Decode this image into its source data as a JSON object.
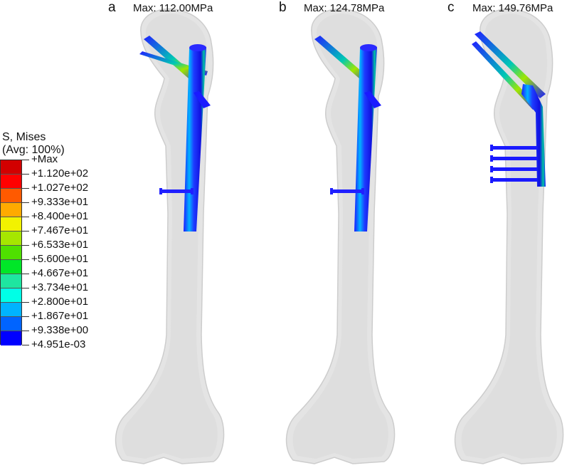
{
  "panels": [
    {
      "letter": "a",
      "max_label": "Max: 112.00MPa",
      "implant": "intramedullary-nail"
    },
    {
      "letter": "b",
      "max_label": "Max: 124.78MPa",
      "implant": "intramedullary-nail-helical-blade"
    },
    {
      "letter": "c",
      "max_label": "Max: 149.76MPa",
      "implant": "locking-plate"
    }
  ],
  "legend": {
    "title_line1": "S, Mises",
    "title_line2": "(Avg: 100%)",
    "labels": [
      "+Max",
      "+1.120e+02",
      "+1.027e+02",
      "+9.333e+01",
      "+8.400e+01",
      "+7.467e+01",
      "+6.533e+01",
      "+5.600e+01",
      "+4.667e+01",
      "+3.734e+01",
      "+2.800e+01",
      "+1.867e+01",
      "+9.338e+00",
      "+4.951e-03"
    ],
    "colors": [
      "#d20000",
      "#ff0000",
      "#ff5a00",
      "#ffaa00",
      "#f2f200",
      "#a6e600",
      "#4fe000",
      "#00e628",
      "#1ee6a0",
      "#00ffe6",
      "#00b4ff",
      "#0064ff",
      "#0000ff"
    ]
  },
  "colors": {
    "bone": "#e2e2e2",
    "bone_edge": "#c8c8c8",
    "implant_low": "#1a1aff",
    "implant_mid": "#00c8c8"
  }
}
